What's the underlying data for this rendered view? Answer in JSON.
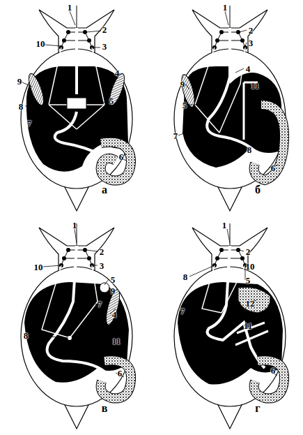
{
  "diagram": {
    "labels": [
      "1",
      "2",
      "10",
      "3",
      "9",
      "4",
      "8",
      "5",
      "7",
      "6",
      "а",
      "1",
      "2",
      "3",
      "9",
      "4",
      "11",
      "5",
      "6",
      "7",
      "8",
      "б",
      "1",
      "2",
      "10",
      "3",
      "5",
      "9",
      "7",
      "4",
      "8",
      "11",
      "6",
      "в",
      "1",
      "2",
      "10",
      "8",
      "5",
      "12",
      "7",
      "11",
      "6",
      "г"
    ]
  }
}
